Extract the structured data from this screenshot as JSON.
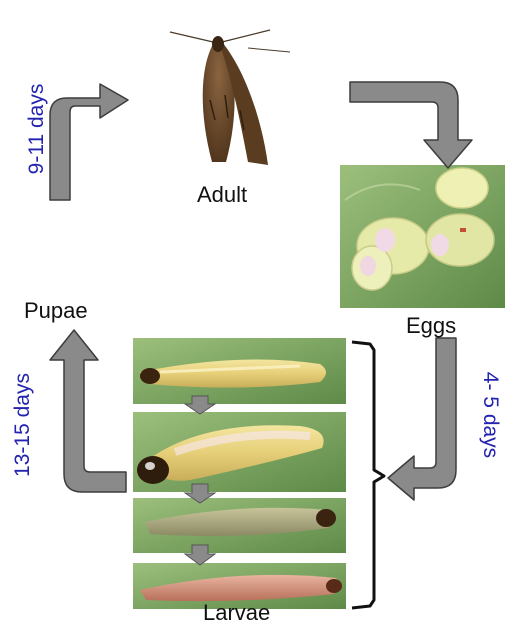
{
  "stages": {
    "adult": "Adult",
    "eggs": "Eggs",
    "pupae": "Pupae",
    "larvae": "Larvae"
  },
  "durations": {
    "pupae_to_adult": "9-11 days",
    "eggs_to_larvae": "4- 5 days",
    "larvae_to_pupae": "13-15 days"
  },
  "colors": {
    "arrow_fill": "#8a8a8a",
    "arrow_stroke": "#3d3d3d",
    "duration_text": "#2323b0",
    "leaf_green": "#7aa060",
    "egg_yellow": "#e8ecaa",
    "moth_brown": "#6b4a2a"
  }
}
